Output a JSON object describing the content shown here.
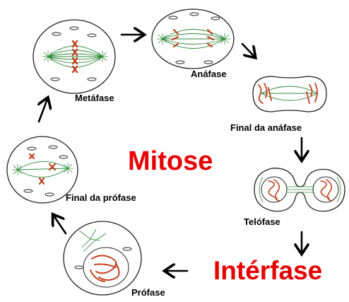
{
  "diagram": {
    "center_title": "Mitose",
    "interphase_title": "Intérfase",
    "title_color": "#e60000",
    "stages": [
      {
        "id": "metafase",
        "label": "Metáfase"
      },
      {
        "id": "anafase",
        "label": "Anáfase"
      },
      {
        "id": "final-anafase",
        "label": "Final da anáfase"
      },
      {
        "id": "telofase",
        "label": "Telófase"
      },
      {
        "id": "profase",
        "label": "Prófase"
      },
      {
        "id": "final-profase",
        "label": "Final da prófase"
      }
    ],
    "colors": {
      "spindle": "#2e8b3a",
      "chromosome": "#c2401f",
      "outline": "#222222",
      "arrow": "#000000"
    }
  }
}
